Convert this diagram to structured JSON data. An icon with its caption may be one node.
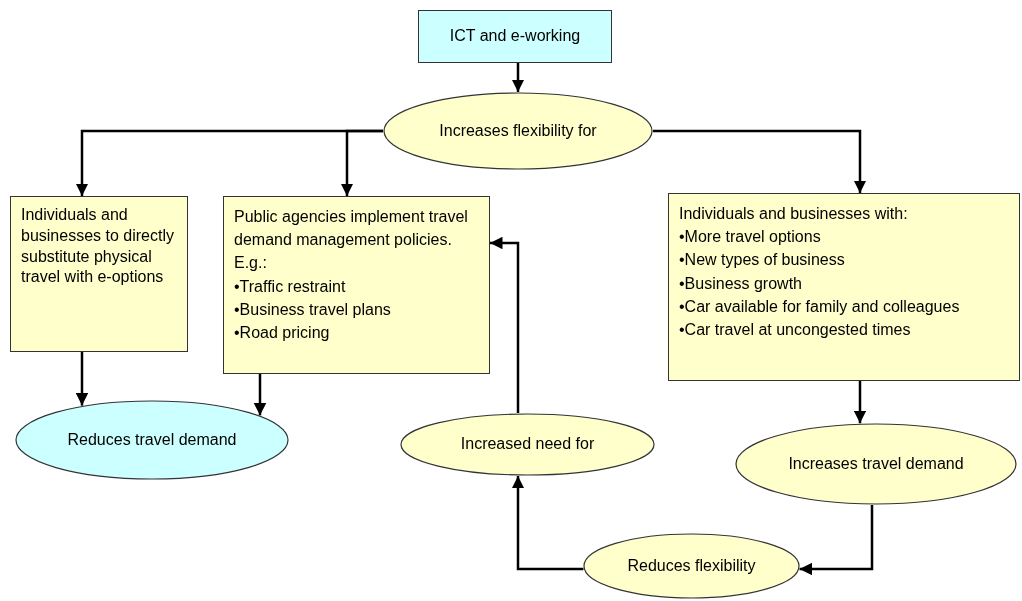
{
  "diagram": {
    "nodes": [
      {
        "text": [
          "ICT and e-working"
        ]
      },
      {
        "text": [
          "Increases flexibility for"
        ]
      },
      {
        "text": [
          "Individuals and businesses to directly substitute physical travel with e-options"
        ]
      },
      {
        "text": [
          "Public agencies implement travel demand management policies. E.g.:",
          "•Traffic restraint",
          "•Business travel plans",
          "•Road pricing"
        ]
      },
      {
        "text": [
          "Individuals and businesses with:",
          "•More travel options",
          "•New types of business",
          "•Business growth",
          "•Car available for family and colleagues",
          "•Car travel at uncongested times"
        ]
      },
      {
        "text": [
          "Reduces travel demand"
        ]
      },
      {
        "text": [
          "Increased need for"
        ]
      },
      {
        "text": [
          "Increases travel demand"
        ]
      },
      {
        "text": [
          "Reduces flexibility"
        ]
      }
    ],
    "edges": [
      {
        "from": 0,
        "to": 1,
        "arrow": "to"
      },
      {
        "from": 1,
        "to": 2,
        "arrow": "to"
      },
      {
        "from": 1,
        "to": 3,
        "arrow": "to"
      },
      {
        "from": 1,
        "to": 4,
        "arrow": "to"
      },
      {
        "from": 2,
        "to": 5,
        "arrow": "to"
      },
      {
        "from": 3,
        "to": 5,
        "arrow": "to"
      },
      {
        "from": 4,
        "to": 7,
        "arrow": "to"
      },
      {
        "from": 7,
        "to": 8,
        "arrow": "to"
      },
      {
        "from": 8,
        "to": 6,
        "arrow": "to"
      },
      {
        "from": 6,
        "to": 3,
        "arrow": "to"
      }
    ]
  }
}
